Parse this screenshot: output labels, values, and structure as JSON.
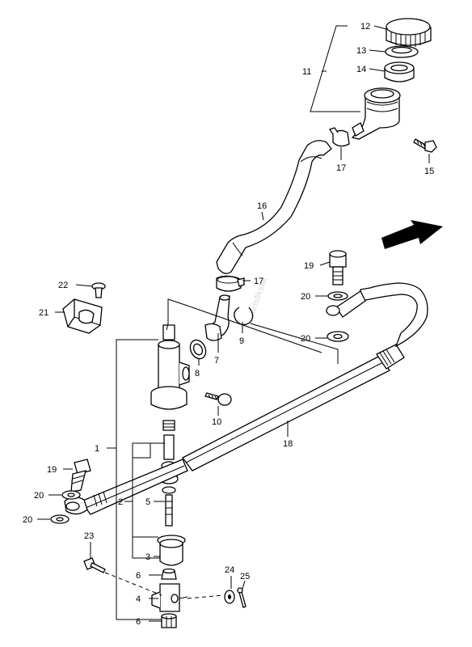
{
  "watermark": "partsfiksfik",
  "callouts": {
    "c1": "1",
    "c2": "2",
    "c3": "3",
    "c4": "4",
    "c5": "5",
    "c6a": "6",
    "c6b": "6",
    "c7": "7",
    "c8": "8",
    "c9": "9",
    "c10": "10",
    "c11": "11",
    "c12": "12",
    "c13": "13",
    "c14": "14",
    "c15": "15",
    "c16": "16",
    "c17a": "17",
    "c17b": "17",
    "c18": "18",
    "c19a": "19",
    "c19b": "19",
    "c20a": "20",
    "c20b": "20",
    "c20c": "20",
    "c20d": "20",
    "c21": "21",
    "c22": "22",
    "c23": "23",
    "c24": "24",
    "c25": "25"
  }
}
